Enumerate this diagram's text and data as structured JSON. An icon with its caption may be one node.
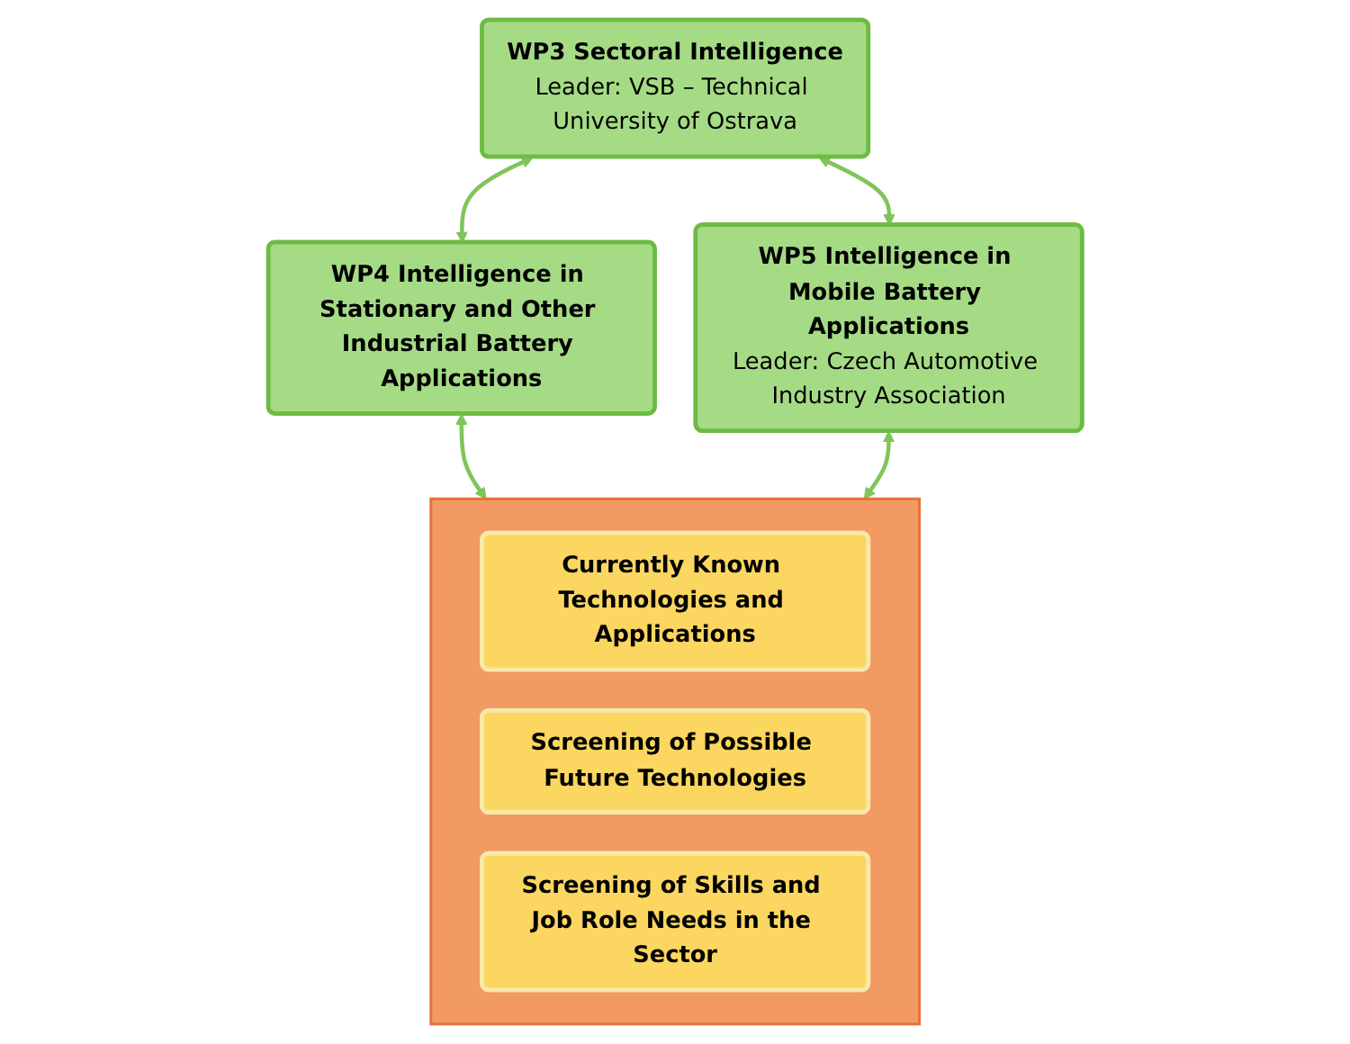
{
  "diagram": {
    "nodes": [
      {
        "text": [
          "WP3 Sectoral Intelligence",
          "Leader: VSB – Technical University of Ostrava"
        ]
      },
      {
        "text": [
          "WP4 Intelligence in Stationary and Other Industrial Battery Applications"
        ]
      },
      {
        "text": [
          "WP5 Intelligence in Mobile Battery Applications",
          "Leader: Czech Automotive Industry Association"
        ]
      },
      {
        "text": [],
        "shape": "box"
      },
      {
        "text": [
          "Currently Known Technologies and Applications"
        ],
        "in": 3
      },
      {
        "text": [
          "Screening of Possible Future Technologies"
        ],
        "in": 3
      },
      {
        "text": [
          "Screening of Skills and Job Role Needs in the Sector"
        ],
        "in": 3
      }
    ],
    "edges": [
      {
        "from": 0,
        "to": 1,
        "arrow": "both"
      },
      {
        "from": 0,
        "to": 2,
        "arrow": "both"
      },
      {
        "from": 1,
        "to": 3,
        "arrow": "both"
      },
      {
        "from": 2,
        "to": 3,
        "arrow": "both"
      }
    ]
  }
}
